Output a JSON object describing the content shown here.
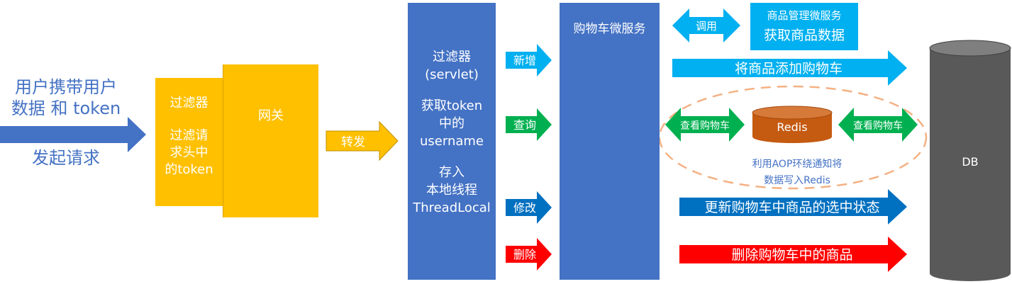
{
  "user": {
    "line1": "用户携带用户",
    "line2": "数据 和 token",
    "line3": "发起请求"
  },
  "filter_box": {
    "title": "过滤器",
    "line1": "过滤请",
    "line2": "求头中",
    "line3": "的token"
  },
  "gateway": {
    "label": "网关"
  },
  "forward": {
    "label": "转发"
  },
  "servlet_box": {
    "line1": "过滤器",
    "line2": "(servlet)",
    "line3": "获取token",
    "line4": "中的",
    "line5": "username",
    "line6": "存入",
    "line7": "本地线程",
    "line8": "ThreadLocal"
  },
  "ops": {
    "add": "新增",
    "query": "查询",
    "modify": "修改",
    "delete": "删除"
  },
  "cart_service": {
    "label": "购物车微服务"
  },
  "call": {
    "label": "调用"
  },
  "product_service": {
    "line1": "商品管理微服务",
    "line2": "获取商品数据"
  },
  "actions": {
    "add_to_cart": "将商品添加购物车",
    "view_cart_left": "查看购物车",
    "view_cart_right": "查看购物车",
    "update_selected": "更新购物车中商品的选中状态",
    "delete_item": "删除购物车中的商品"
  },
  "redis": {
    "label": "Redis",
    "note_line1": "利用AOP环绕通知将",
    "note_line2": "数据写入Redis"
  },
  "db": {
    "label": "DB"
  },
  "colors": {
    "yellow": "#ffc000",
    "blue": "#4472c4",
    "cyan": "#00b0f0",
    "green": "#00b050",
    "dark_blue": "#0070c0",
    "red": "#ff0000",
    "redis": "#c55a11",
    "db": "#595959",
    "dashed_ellipse": "#f4b183"
  }
}
